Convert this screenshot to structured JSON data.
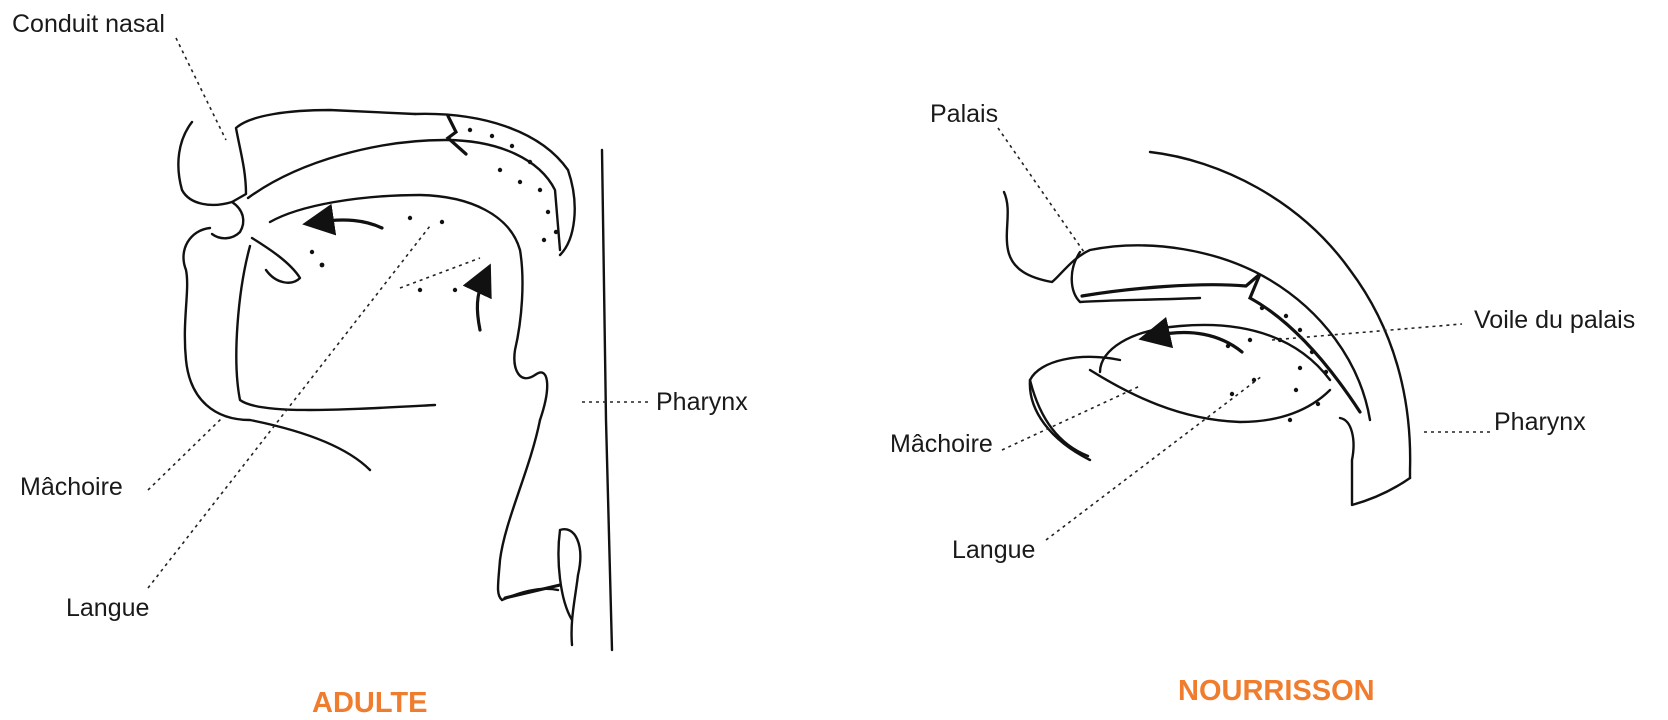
{
  "colors": {
    "title": "#f07c2e",
    "ink": "#111111",
    "leader": "#222222"
  },
  "adult": {
    "title": "ADULTE",
    "labels": {
      "nasal": "Conduit nasal",
      "pharynx": "Pharynx",
      "jaw": "Mâchoire",
      "tongue": "Langue"
    }
  },
  "infant": {
    "title": "NOURRISSON",
    "labels": {
      "palate": "Palais",
      "soft_palate": "Voile du palais",
      "pharynx": "Pharynx",
      "jaw": "Mâchoire",
      "tongue": "Langue"
    }
  }
}
